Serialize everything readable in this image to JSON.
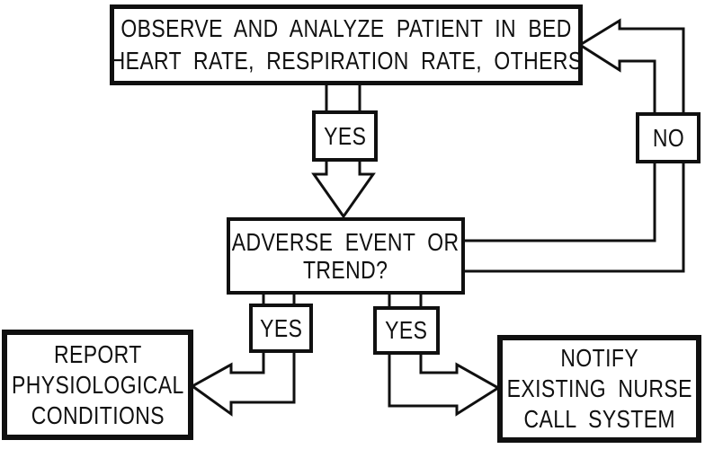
{
  "diagram": {
    "type": "flowchart",
    "background_color": "#ffffff",
    "line_color": "#101010",
    "nodes": {
      "observe": {
        "lines": [
          "OBSERVE AND ANALYZE PATIENT IN BED",
          "HEART RATE, RESPIRATION RATE, OTHERS"
        ]
      },
      "yes_top": {
        "label": "YES"
      },
      "adverse": {
        "lines": [
          "ADVERSE EVENT OR",
          "TREND?"
        ]
      },
      "no": {
        "label": "NO"
      },
      "yes_left": {
        "label": "YES"
      },
      "yes_right": {
        "label": "YES"
      },
      "report": {
        "lines": [
          "REPORT",
          "PHYSIOLOGICAL",
          "CONDITIONS"
        ]
      },
      "notify": {
        "lines": [
          "NOTIFY",
          "EXISTING NURSE",
          "CALL SYSTEM"
        ]
      }
    },
    "edges": [
      {
        "from": "observe",
        "to": "adverse",
        "label": "YES"
      },
      {
        "from": "adverse",
        "to": "observe",
        "label": "NO"
      },
      {
        "from": "adverse",
        "to": "report",
        "label": "YES"
      },
      {
        "from": "adverse",
        "to": "notify",
        "label": "YES"
      }
    ]
  }
}
